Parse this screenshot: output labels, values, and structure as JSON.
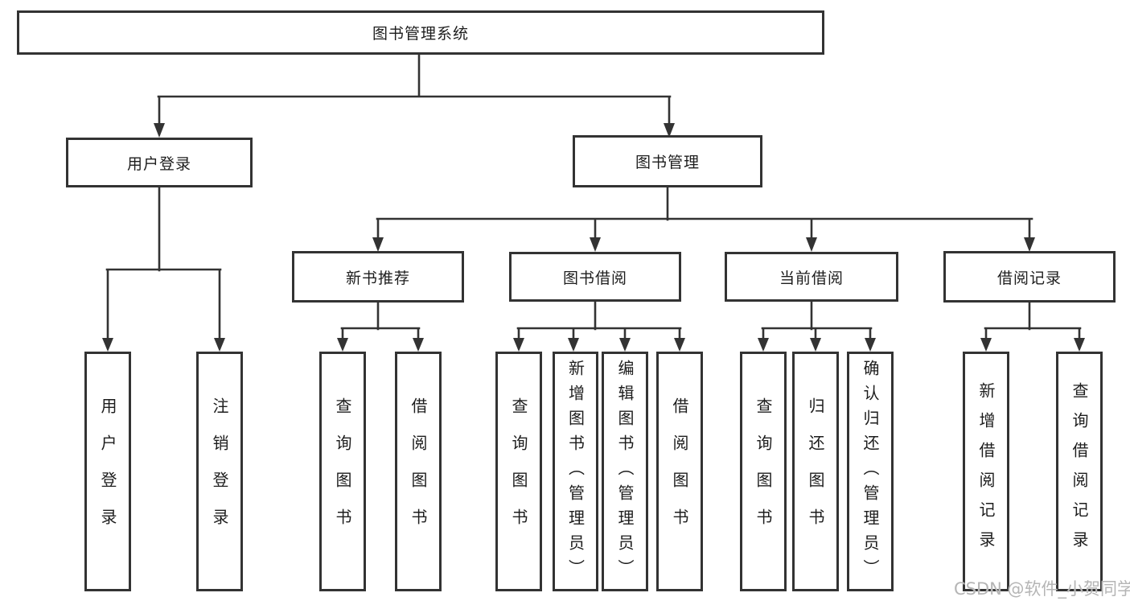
{
  "diagram": {
    "title": "图书管理系统",
    "type": "hierarchy-tree",
    "root": {
      "label": "图书管理系统",
      "children": [
        {
          "label": "用户登录",
          "children": [
            {
              "label": "用户登录"
            },
            {
              "label": "注销登录"
            }
          ]
        },
        {
          "label": "图书管理",
          "children": [
            {
              "label": "新书推荐",
              "children": [
                {
                  "label": "查询图书"
                },
                {
                  "label": "借阅图书"
                }
              ]
            },
            {
              "label": "图书借阅",
              "children": [
                {
                  "label": "查询图书"
                },
                {
                  "label": "新增图书（管理员）"
                },
                {
                  "label": "编辑图书（管理员）"
                },
                {
                  "label": "借阅图书"
                }
              ]
            },
            {
              "label": "当前借阅",
              "children": [
                {
                  "label": "查询图书"
                },
                {
                  "label": "归还图书"
                },
                {
                  "label": "确认归还（管理员）"
                }
              ]
            },
            {
              "label": "借阅记录",
              "children": [
                {
                  "label": "新增借阅记录"
                },
                {
                  "label": "查询借阅记录"
                }
              ]
            }
          ]
        }
      ]
    }
  },
  "watermark": {
    "text": "CSDN @软件_小贺同学"
  },
  "colors": {
    "line": "#333333",
    "box_border": "#333333",
    "text": "#1d1d1d",
    "background": "#ffffff",
    "watermark": "#b5b5b5"
  }
}
